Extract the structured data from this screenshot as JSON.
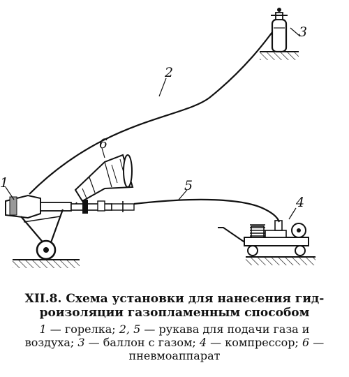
{
  "labels": {
    "burner": "1",
    "hose_gas": "2",
    "cylinder": "3",
    "compressor": "4",
    "hose_air": "5",
    "pneumatic_apparatus": "6"
  },
  "caption": {
    "title": "XII.8. Схема установки для нанесения гид-роизоляции газопламенным способом",
    "legend": [
      {
        "idx": "1",
        "text": " — горелка; "
      },
      {
        "idx": "2, 5",
        "text": " — рукава для подачи газа и воздуха; "
      },
      {
        "idx": "3",
        "text": " — баллон с газом; "
      },
      {
        "idx": "4",
        "text": " — компрессор; "
      },
      {
        "idx": "6",
        "text": " — пневмоаппарат"
      }
    ]
  }
}
